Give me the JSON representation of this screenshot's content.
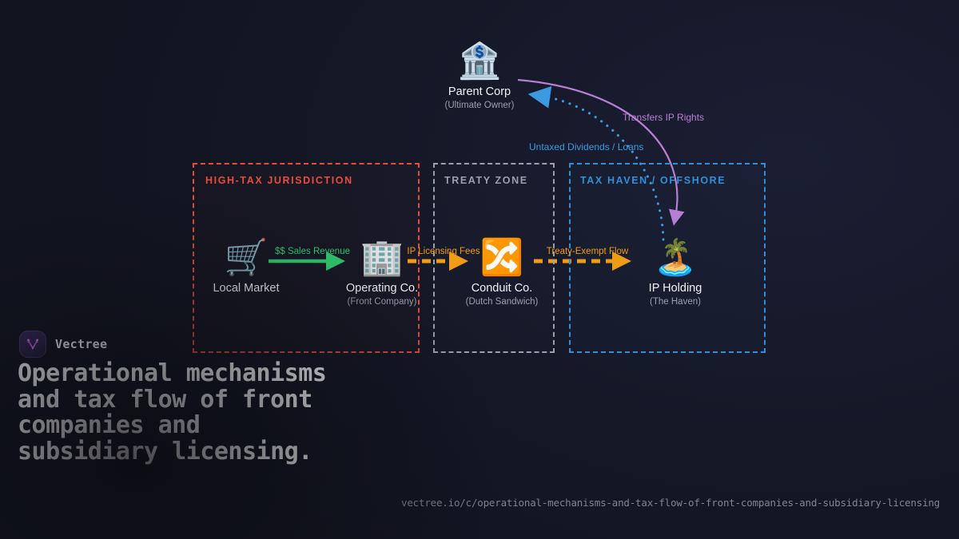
{
  "theme": {
    "bg_dark": "#0f1017",
    "bg_navy": "#1b1e33",
    "high_tax_color": "#e74c3c",
    "treaty_color": "#9aa0ae",
    "haven_color": "#2f8fd8",
    "revenue_color": "#2ecc71",
    "licensing_color": "#f39c12",
    "ip_rights_color": "#b97fd4",
    "dividends_color": "#3b9ae0",
    "text_primary": "#f2f3f8",
    "text_muted": "#9aa0ae"
  },
  "zones": [
    {
      "id": "high-tax",
      "label": "HIGH-TAX JURISDICTION",
      "color": "#e74c3c"
    },
    {
      "id": "treaty",
      "label": "TREATY ZONE",
      "color": "#9aa0ae"
    },
    {
      "id": "haven",
      "label": "TAX HAVEN / OFFSHORE",
      "color": "#2f8fd8"
    }
  ],
  "nodes": [
    {
      "id": "parent-corp",
      "icon": "🏦",
      "icon_name": "bank-icon",
      "title": "Parent Corp",
      "subtitle": "(Ultimate Owner)"
    },
    {
      "id": "local-market",
      "icon": "🛒",
      "icon_name": "shopping-cart-icon",
      "title": "Local Market",
      "subtitle": ""
    },
    {
      "id": "operating-co",
      "icon": "🏢",
      "icon_name": "office-building-icon",
      "title": "Operating Co.",
      "subtitle": "(Front Company)"
    },
    {
      "id": "conduit-co",
      "icon": "🔀",
      "icon_name": "shuffle-arrows-icon",
      "title": "Conduit Co.",
      "subtitle": "(Dutch Sandwich)"
    },
    {
      "id": "ip-holding",
      "icon": "🏝️",
      "icon_name": "desert-island-icon",
      "title": "IP Holding",
      "subtitle": "(The Haven)"
    }
  ],
  "flows": [
    {
      "id": "sales-revenue",
      "label": "$$ Sales Revenue",
      "color": "#2ecc71",
      "style": "solid",
      "from": "local-market",
      "to": "operating-co"
    },
    {
      "id": "ip-licensing-fees",
      "label": "IP Licensing Fees",
      "color": "#f39c12",
      "style": "dashed",
      "from": "operating-co",
      "to": "conduit-co"
    },
    {
      "id": "treaty-exempt-flow",
      "label": "Treaty-Exempt Flow",
      "color": "#f39c12",
      "style": "dashed",
      "from": "conduit-co",
      "to": "ip-holding"
    },
    {
      "id": "transfers-ip-rights",
      "label": "Transfers IP Rights",
      "color": "#b97fd4",
      "style": "solid-curve",
      "from": "parent-corp",
      "to": "ip-holding"
    },
    {
      "id": "untaxed-dividends",
      "label": "Untaxed Dividends / Loans",
      "color": "#3b9ae0",
      "style": "dotted-curve",
      "from": "ip-holding",
      "to": "parent-corp"
    }
  ],
  "brand": {
    "name": "Vectree",
    "logo_name": "vectree-logo"
  },
  "caption": {
    "headline": "Operational mechanisms and tax flow of front companies and subsidiary licensing.",
    "url": "vectree.io/c/operational-mechanisms-and-tax-flow-of-front-companies-and-subsidiary-licensing"
  }
}
